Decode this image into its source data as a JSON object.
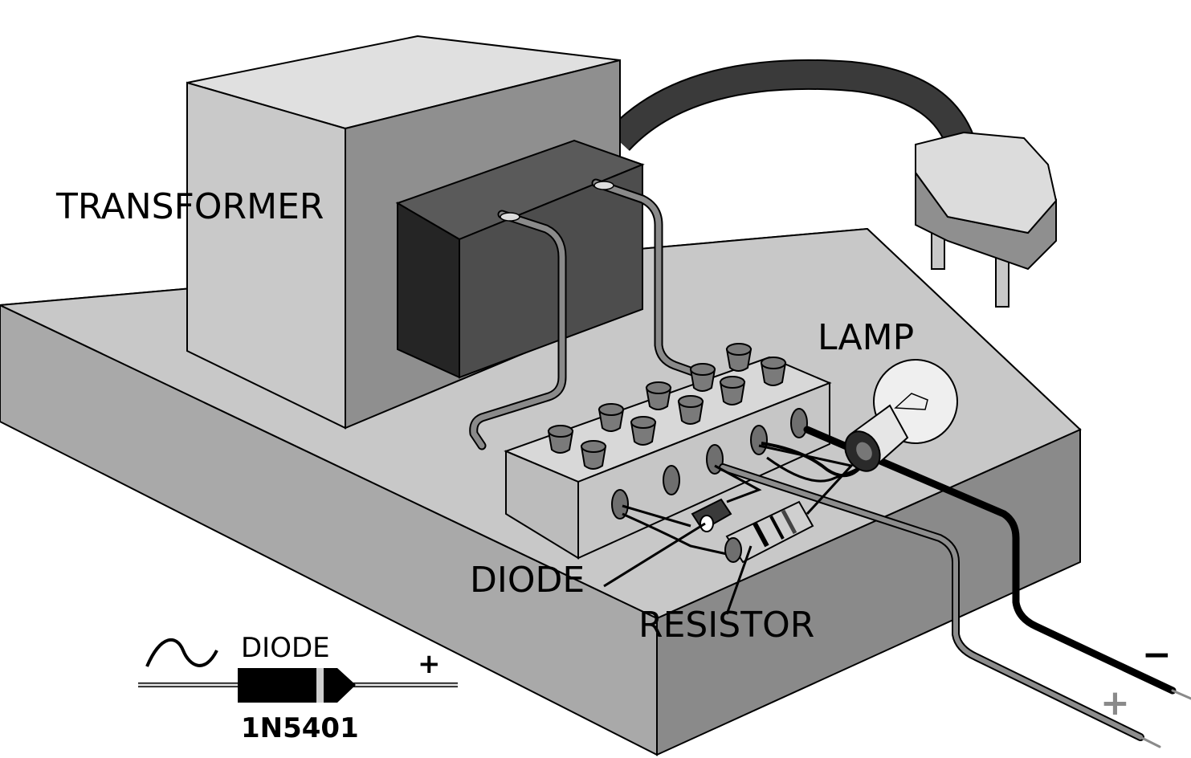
{
  "labels": {
    "transformer": "TRANSFORMER",
    "lamp": "LAMP",
    "diode": "DIODE",
    "resistor": "RESISTOR",
    "minus": "−",
    "plus": "+"
  },
  "legend": {
    "title": "DIODE",
    "part_number": "1N5401",
    "plus": "+"
  }
}
